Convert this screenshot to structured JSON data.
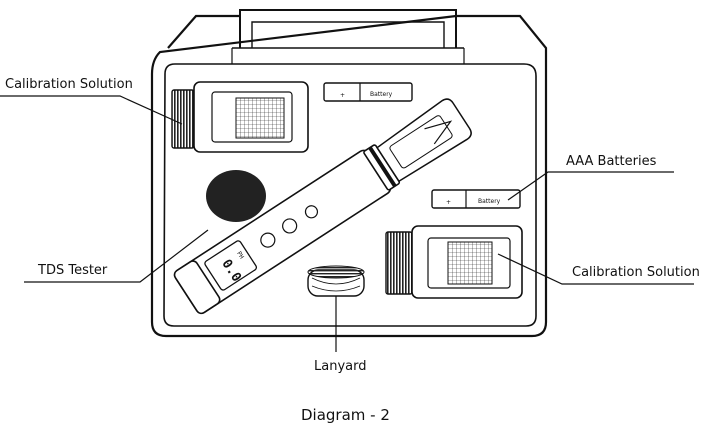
{
  "labels": {
    "calibration_left": "Calibration Solution",
    "aaa_batteries": "AAA Batteries",
    "tds_tester": "TDS Tester",
    "calibration_right": "Calibration Solution",
    "lanyard": "Lanyard"
  },
  "battery_text": "Battery",
  "battery_plus": "+",
  "display": {
    "value": "0.0",
    "unit": "PH"
  },
  "caption": "Diagram - 2"
}
